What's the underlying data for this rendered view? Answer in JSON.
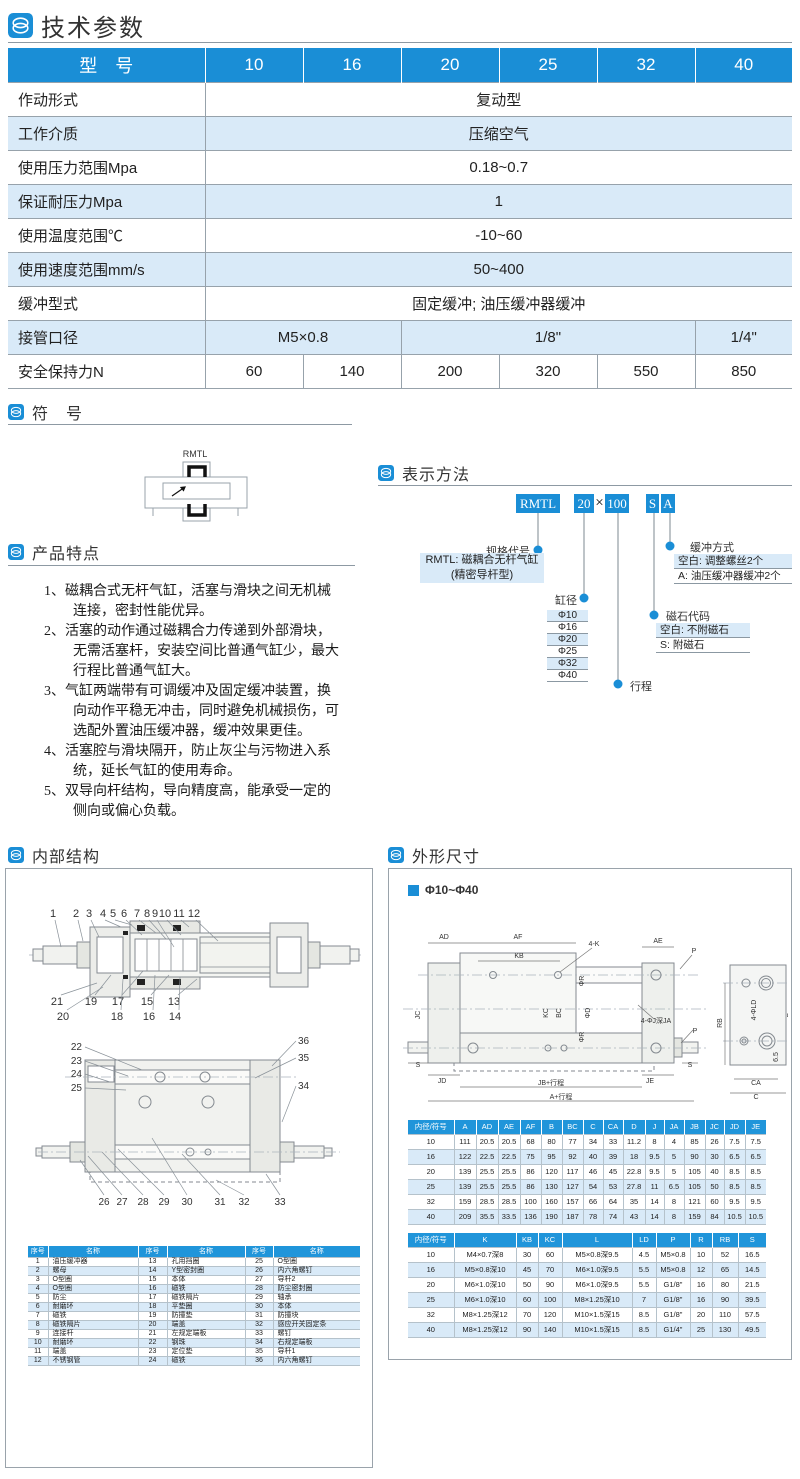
{
  "colors": {
    "blue": "#1a8ed6",
    "light_row": "#d9eaf8",
    "border": "#97a2ab"
  },
  "sections": {
    "tech": "技术参数",
    "symbol": "符　号",
    "ordering": "表示方法",
    "features": "产品特点",
    "internal": "内部结构",
    "outline": "外形尺寸"
  },
  "spec_table": {
    "model_label": "型　号",
    "models": [
      "10",
      "16",
      "20",
      "25",
      "32",
      "40"
    ],
    "rows": [
      {
        "label": "作动形式",
        "value": "复动型"
      },
      {
        "label": "工作介质",
        "value": "压缩空气"
      },
      {
        "label": "使用压力范围Mpa",
        "value": "0.18~0.7"
      },
      {
        "label": "保证耐压力Mpa",
        "value": "1"
      },
      {
        "label": "使用温度范围℃",
        "value": "-10~60"
      },
      {
        "label": "使用速度范围mm/s",
        "value": "50~400"
      },
      {
        "label": "缓冲型式",
        "value": "固定缓冲; 油压缓冲器缓冲"
      }
    ],
    "port_row": {
      "label": "接管口径",
      "cells": [
        {
          "text": "M5×0.8",
          "span": 2
        },
        {
          "text": "1/8\"",
          "span": 3
        },
        {
          "text": "1/4\"",
          "span": 1
        }
      ]
    },
    "force_row": {
      "label": "安全保持力N",
      "cells": [
        "60",
        "140",
        "200",
        "320",
        "550",
        "850"
      ]
    }
  },
  "symbol": {
    "code": "RMTL"
  },
  "ordering": {
    "boxes": [
      "RMTL",
      "20",
      "100",
      "S",
      "A"
    ],
    "times": "×",
    "spec_label": "规格代号",
    "spec_lines": [
      "RMTL: 磁耦合无杆气缸",
      "(精密导杆型)"
    ],
    "bore_label": "缸径",
    "bores": [
      "Φ10",
      "Φ16",
      "Φ20",
      "Φ25",
      "Φ32",
      "Φ40"
    ],
    "stroke_label": "行程",
    "magnet_label": "磁石代码",
    "magnet_options": [
      "空白: 不附磁石",
      "S: 附磁石"
    ],
    "cushion_label": "缓冲方式",
    "cushion_options": [
      "空白: 调整螺丝2个",
      "A: 油压缓冲器缓冲2个"
    ]
  },
  "features": {
    "items": [
      [
        "1、磁耦合式无杆气缸，活塞与滑块之间无机械",
        "连接，密封性能优异。"
      ],
      [
        "2、活塞的动作通过磁耦合力传递到外部滑块，",
        "无需活塞杆，安装空间比普通气缸少，最大",
        "行程比普通气缸大。"
      ],
      [
        "3、气缸两端带有可调缓冲及固定缓冲装置，换",
        "向动作平稳无冲击，同时避免机械损伤，可",
        "选配外置油压缓冲器，缓冲效果更佳。"
      ],
      [
        "4、活塞腔与滑块隔开，防止灰尘与污物进入系",
        "统，延长气缸的使用寿命。"
      ],
      [
        "5、双导向杆结构，导向精度高，能承受一定的",
        "侧向或偏心负载。"
      ]
    ]
  },
  "internal": {
    "callouts_top": [
      "1",
      "2",
      "3",
      "4",
      "5",
      "6",
      "7",
      "8",
      "9",
      "10",
      "11",
      "12"
    ],
    "callouts_bottom_upper": [
      "21",
      "19",
      "17",
      "15",
      "13"
    ],
    "callouts_bottom_lower": [
      "20",
      "18",
      "16",
      "14"
    ],
    "callouts2_left": [
      "22",
      "23",
      "24",
      "25"
    ],
    "callouts2_right": [
      "36",
      "35",
      "34"
    ],
    "callouts2_bottom": [
      "26",
      "27",
      "28",
      "29",
      "30",
      "31",
      "32",
      "33"
    ],
    "parts_header": [
      "序号",
      "名称",
      "序号",
      "名称",
      "序号",
      "名称"
    ],
    "parts_rows": [
      [
        "1",
        "油压缓冲器",
        "13",
        "孔用挡圈",
        "25",
        "O型圈"
      ],
      [
        "2",
        "螺母",
        "14",
        "Y型密封圈",
        "26",
        "内六角螺钉"
      ],
      [
        "3",
        "O型圈",
        "15",
        "本体",
        "27",
        "导杆2"
      ],
      [
        "4",
        "O型圈",
        "16",
        "磁铁",
        "28",
        "防尘密封圈"
      ],
      [
        "5",
        "防尘",
        "17",
        "磁铁隔片",
        "29",
        "轴承"
      ],
      [
        "6",
        "耐磨环",
        "18",
        "平垫圈",
        "30",
        "本体"
      ],
      [
        "7",
        "磁铁",
        "19",
        "防撞垫",
        "31",
        "防撞块"
      ],
      [
        "8",
        "磁铁隔片",
        "20",
        "端盖",
        "32",
        "感应开关固定条"
      ],
      [
        "9",
        "连接杆",
        "21",
        "左规定端板",
        "33",
        "螺钉"
      ],
      [
        "10",
        "耐磨环",
        "22",
        "钢珠",
        "34",
        "右规定端板"
      ],
      [
        "11",
        "端盖",
        "23",
        "定位垫",
        "35",
        "导杆1"
      ],
      [
        "12",
        "不锈钢管",
        "24",
        "磁铁",
        "36",
        "内六角螺钉"
      ]
    ]
  },
  "outline": {
    "range": "Φ10~Φ40",
    "drawing_labels": [
      "AD",
      "AF",
      "KB",
      "4-K",
      "AE",
      "P",
      "ΦR",
      "JC",
      "KC",
      "BC",
      "ΦD",
      "ΦR",
      "4-ΦJ深JA",
      "P",
      "S",
      "S",
      "JD",
      "JE",
      "JB+行程",
      "A+行程",
      "RB",
      "4-ΦLD",
      "B",
      "6.5",
      "CA",
      "C"
    ],
    "table1": {
      "header": [
        "内径/符号",
        "A",
        "AD",
        "AE",
        "AF",
        "B",
        "BC",
        "C",
        "CA",
        "D",
        "J",
        "JA",
        "JB",
        "JC",
        "JD",
        "JE"
      ],
      "rows": [
        [
          "10",
          "111",
          "20.5",
          "20.5",
          "68",
          "80",
          "77",
          "34",
          "33",
          "11.2",
          "8",
          "4",
          "85",
          "26",
          "7.5",
          "7.5"
        ],
        [
          "16",
          "122",
          "22.5",
          "22.5",
          "75",
          "95",
          "92",
          "40",
          "39",
          "18",
          "9.5",
          "5",
          "90",
          "30",
          "6.5",
          "6.5"
        ],
        [
          "20",
          "139",
          "25.5",
          "25.5",
          "86",
          "120",
          "117",
          "46",
          "45",
          "22.8",
          "9.5",
          "5",
          "105",
          "40",
          "8.5",
          "8.5"
        ],
        [
          "25",
          "139",
          "25.5",
          "25.5",
          "86",
          "130",
          "127",
          "54",
          "53",
          "27.8",
          "11",
          "6.5",
          "105",
          "50",
          "8.5",
          "8.5"
        ],
        [
          "32",
          "159",
          "28.5",
          "28.5",
          "100",
          "160",
          "157",
          "66",
          "64",
          "35",
          "14",
          "8",
          "121",
          "60",
          "9.5",
          "9.5"
        ],
        [
          "40",
          "209",
          "35.5",
          "33.5",
          "136",
          "190",
          "187",
          "78",
          "74",
          "43",
          "14",
          "8",
          "159",
          "84",
          "10.5",
          "10.5"
        ]
      ]
    },
    "table2": {
      "header": [
        "内径/符号",
        "K",
        "KB",
        "KC",
        "L",
        "LD",
        "P",
        "R",
        "RB",
        "S"
      ],
      "rows": [
        [
          "10",
          "M4×0.7深8",
          "30",
          "60",
          "M5×0.8深9.5",
          "4.5",
          "M5×0.8",
          "10",
          "52",
          "16.5"
        ],
        [
          "16",
          "M5×0.8深10",
          "45",
          "70",
          "M6×1.0深9.5",
          "5.5",
          "M5×0.8",
          "12",
          "65",
          "14.5"
        ],
        [
          "20",
          "M6×1.0深10",
          "50",
          "90",
          "M6×1.0深9.5",
          "5.5",
          "G1/8\"",
          "16",
          "80",
          "21.5"
        ],
        [
          "25",
          "M6×1.0深10",
          "60",
          "100",
          "M8×1.25深10",
          "7",
          "G1/8\"",
          "16",
          "90",
          "39.5"
        ],
        [
          "32",
          "M8×1.25深12",
          "70",
          "120",
          "M10×1.5深15",
          "8.5",
          "G1/8\"",
          "20",
          "110",
          "57.5"
        ],
        [
          "40",
          "M8×1.25深12",
          "90",
          "140",
          "M10×1.5深15",
          "8.5",
          "G1/4\"",
          "25",
          "130",
          "49.5"
        ]
      ]
    }
  }
}
